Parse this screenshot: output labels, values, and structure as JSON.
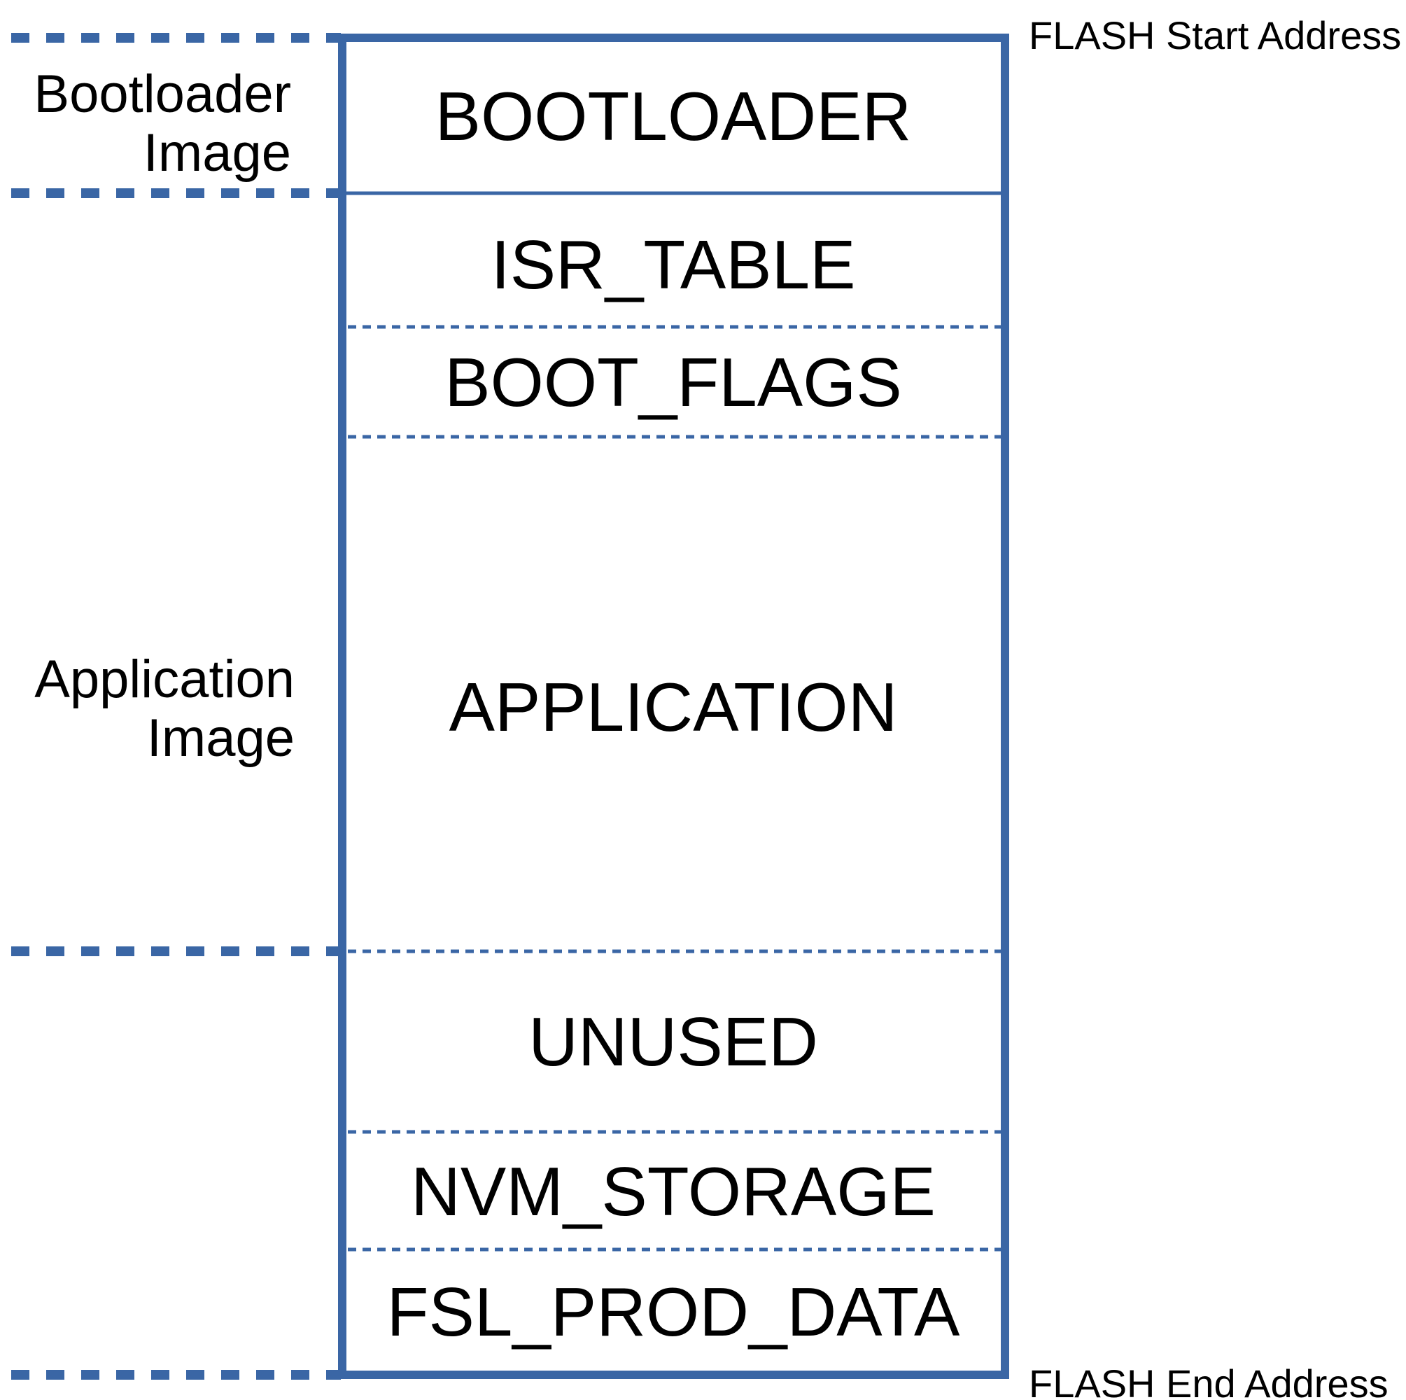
{
  "colors": {
    "line": "#3a66a5",
    "text": "#000000",
    "background": "#ffffff"
  },
  "addresses": {
    "start": "FLASH Start Address",
    "end": "FLASH End Address"
  },
  "images": {
    "bootloader": {
      "line1": "Bootloader",
      "line2": "Image"
    },
    "application": {
      "line1": "Application",
      "line2": "Image"
    }
  },
  "regions": {
    "bootloader": "BOOTLOADER",
    "isr_table": "ISR_TABLE",
    "boot_flags": "BOOT_FLAGS",
    "application": "APPLICATION",
    "unused": "UNUSED",
    "nvm_storage": "NVM_STORAGE",
    "fsl_prod_data": "FSL_PROD_DATA"
  }
}
